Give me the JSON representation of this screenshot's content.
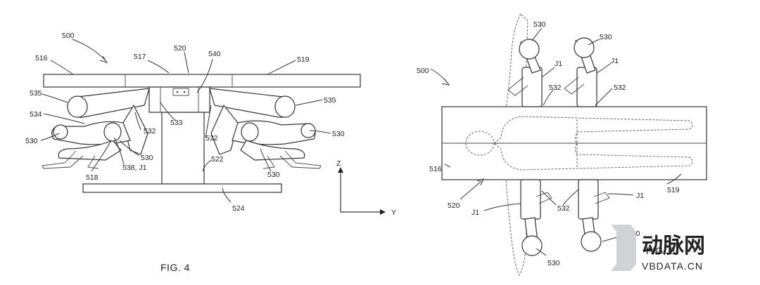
{
  "fig4": {
    "caption": "FIG. 4",
    "labels": {
      "l500": "500",
      "l516": "516",
      "l517": "517",
      "l520": "520",
      "l540": "540",
      "l519": "519",
      "l535a": "535",
      "l535b": "535",
      "l534": "534",
      "l530a": "530",
      "l532a": "532",
      "l533": "533",
      "l532b": "532",
      "l530b": "530",
      "l530c": "530",
      "l530d": "530",
      "l518": "518",
      "l538": "538, J1",
      "l522": "522",
      "l524": "524"
    },
    "axes": {
      "z": "Z",
      "y": "Y"
    }
  },
  "fig8": {
    "caption": "FIG. 8",
    "labels": {
      "t530a": "530",
      "t530b": "530",
      "tJ1a": "J1",
      "tJ1b": "J1",
      "t532a": "532",
      "t532b": "532",
      "t500": "500",
      "t516": "516",
      "t520": "520",
      "t532c": "532",
      "tJ1c": "J1",
      "tJ1d": "J1",
      "t519": "519",
      "t530c": "530",
      "t530d": "530"
    }
  },
  "watermark": {
    "brand": "动脉网",
    "domain": "VBDATA.CN"
  }
}
